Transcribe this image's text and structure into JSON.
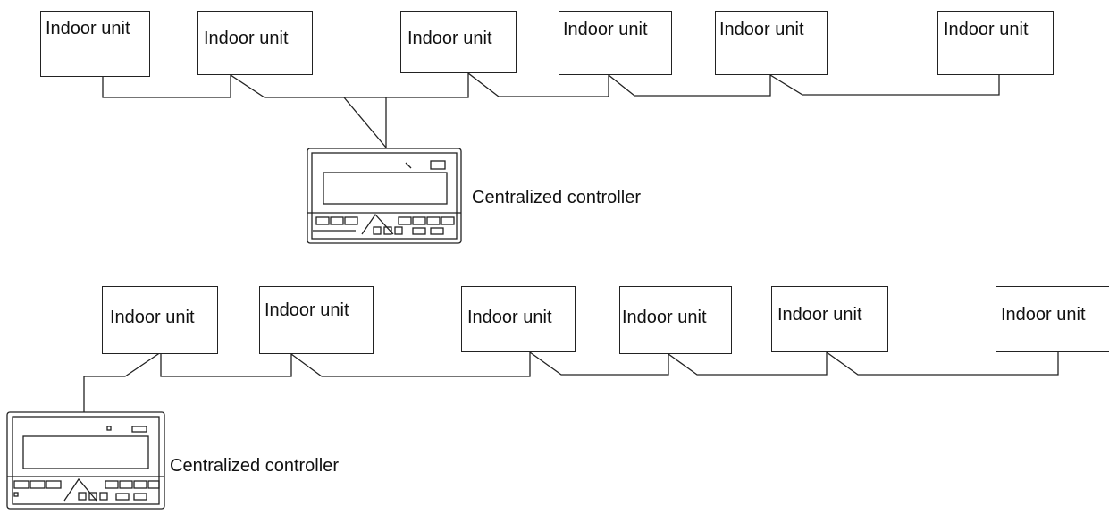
{
  "upper_system": {
    "units": [
      "Indoor unit",
      "Indoor unit",
      "Indoor unit",
      "Indoor unit",
      "Indoor unit",
      "Indoor unit"
    ],
    "controller_label": "Centralized controller"
  },
  "lower_system": {
    "units": [
      "Indoor unit",
      "Indoor unit",
      "Indoor unit",
      "Indoor unit",
      "Indoor unit",
      "Indoor unit"
    ],
    "controller_label": "Centralized controller"
  },
  "colors": {
    "line": "#222222",
    "background": "#ffffff"
  }
}
